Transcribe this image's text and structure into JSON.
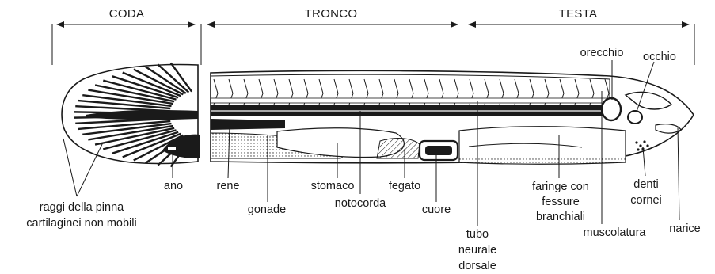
{
  "sections": {
    "coda": "CODA",
    "tronco": "TRONCO",
    "testa": "TESTA"
  },
  "labels": {
    "raggi_line1": "raggi della pinna",
    "raggi_line2": "cartilaginei non mobili",
    "ano": "ano",
    "rene": "rene",
    "gonade": "gonade",
    "stomaco": "stomaco",
    "notocorda": "notocorda",
    "fegato": "fegato",
    "cuore": "cuore",
    "tubo_line1": "tubo",
    "tubo_line2": "neurale",
    "tubo_line3": "dorsale",
    "faringe_line1": "faringe con",
    "faringe_line2": "fessure",
    "faringe_line3": "branchiali",
    "muscolatura": "muscolatura",
    "denti_line1": "denti",
    "denti_line2": "cornei",
    "narice": "narice",
    "orecchio": "orecchio",
    "occhio": "occhio"
  }
}
